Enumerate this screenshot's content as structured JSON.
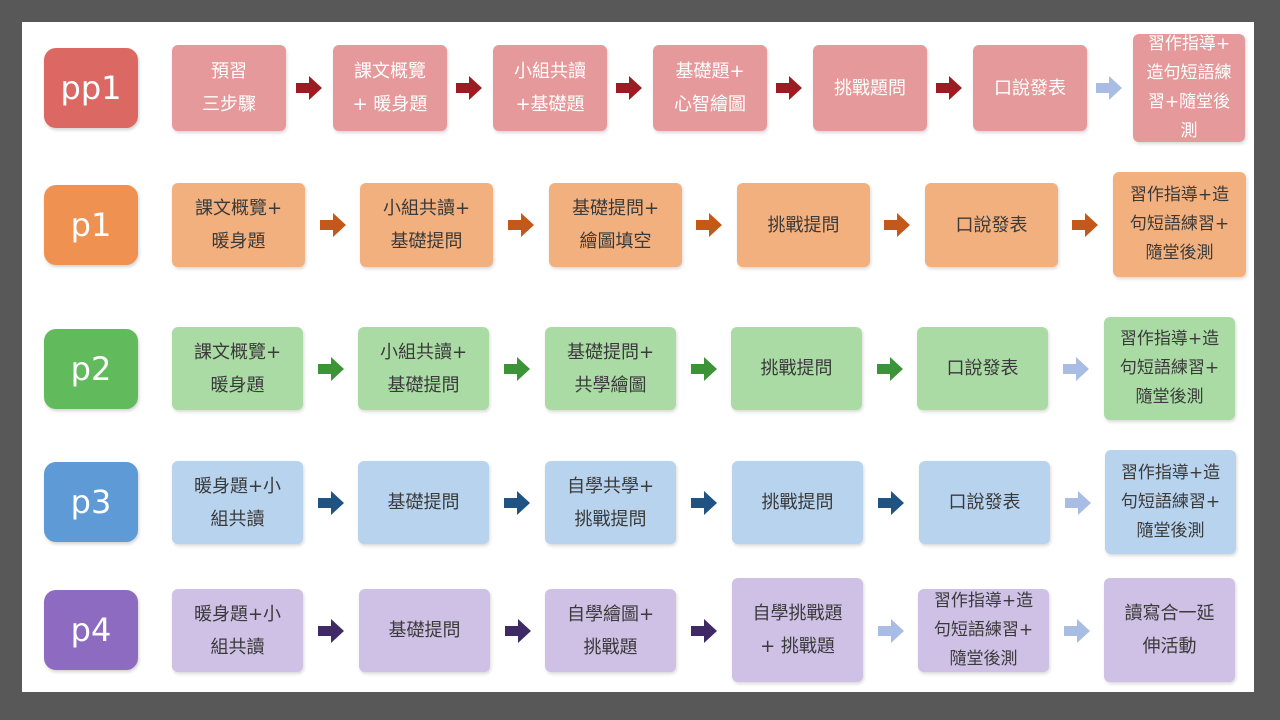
{
  "rows": [
    {
      "label": "pp1",
      "colors": {
        "label": "#dc6864",
        "box": "#e6999a",
        "box_text": "#ffffff",
        "arrow": "#9b1c22",
        "arrow_light": "#a9bde4"
      },
      "steps": [
        "預習\n三步驟",
        "課文概覽\n+ 暖身題",
        "小組共讀\n+基礎題",
        "基礎題+\n心智繪圖",
        "挑戰題問",
        "口說發表",
        "習作指導+\n造句短語練\n習+隨堂後\n測"
      ],
      "arrows": [
        "dark",
        "dark",
        "dark",
        "dark",
        "dark",
        "light"
      ]
    },
    {
      "label": "p1",
      "colors": {
        "label": "#ef9150",
        "box": "#f3b07f",
        "box_text": "#3a3a3a",
        "arrow": "#c4571a",
        "arrow_light": "#c4571a"
      },
      "steps": [
        "課文概覽+\n暖身題",
        "小組共讀+\n基礎提問",
        "基礎提問+\n繪圖填空",
        "挑戰提問",
        "口說發表",
        "習作指導+造\n句短語練習+\n隨堂後測"
      ],
      "arrows": [
        "dark",
        "dark",
        "dark",
        "dark",
        "dark"
      ]
    },
    {
      "label": "p2",
      "colors": {
        "label": "#61bb5d",
        "box": "#abdba5",
        "box_text": "#3a3a3a",
        "arrow": "#3d9438",
        "arrow_light": "#a9bde4"
      },
      "steps": [
        "課文概覽+\n暖身題",
        "小組共讀+\n基礎提問",
        "基礎提問+\n共學繪圖",
        "挑戰提問",
        "口說發表",
        "習作指導+造\n句短語練習+\n隨堂後測"
      ],
      "arrows": [
        "dark",
        "dark",
        "dark",
        "dark",
        "light"
      ]
    },
    {
      "label": "p3",
      "colors": {
        "label": "#5e9ad5",
        "box": "#b8d3ee",
        "box_text": "#3a3a3a",
        "arrow": "#1f5384",
        "arrow_light": "#a9bde4"
      },
      "steps": [
        "暖身題+小\n組共讀",
        "基礎提問",
        "自學共學+\n挑戰提問",
        "挑戰提問",
        "口說發表",
        "習作指導+造\n句短語練習+\n隨堂後測"
      ],
      "arrows": [
        "dark",
        "dark",
        "dark",
        "dark",
        "light"
      ]
    },
    {
      "label": "p4",
      "colors": {
        "label": "#8d6bc0",
        "box": "#cfc0e5",
        "box_text": "#3a3a3a",
        "arrow": "#3f2a66",
        "arrow_light": "#a9bde4"
      },
      "steps": [
        "暖身題+小\n組共讀",
        "基礎提問",
        "自學繪圖+\n挑戰題",
        "自學挑戰題\n+ 挑戰題",
        "習作指導+造\n句短語練習+\n隨堂後測",
        "讀寫合一延\n伸活動"
      ],
      "arrows": [
        "dark",
        "dark",
        "dark",
        "light",
        "light"
      ]
    }
  ]
}
